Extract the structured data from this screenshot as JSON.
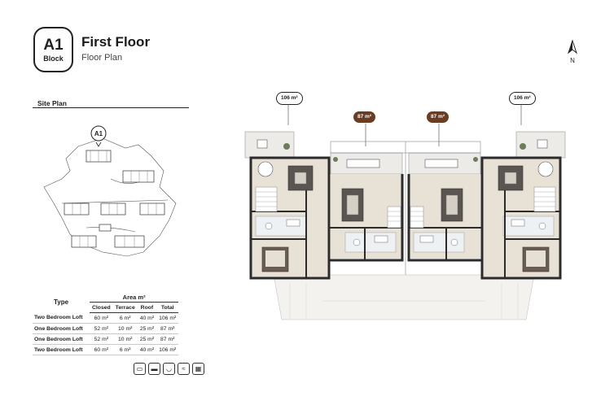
{
  "header": {
    "block_code": "A1",
    "block_label": "Block",
    "title": "First Floor",
    "subtitle": "Floor Plan"
  },
  "compass": {
    "label": "N"
  },
  "site_plan": {
    "title": "Site Plan",
    "marker": "A1"
  },
  "area_table": {
    "type_header": "Type",
    "area_header": "Area m²",
    "columns": [
      "Closed",
      "Terrace",
      "Roof",
      "Total"
    ],
    "rows": [
      {
        "type": "Two Bedroom Loft",
        "closed": "60 m²",
        "terrace": "6 m²",
        "roof": "40 m²",
        "total": "106 m²"
      },
      {
        "type": "One Bedroom Loft",
        "closed": "52 m²",
        "terrace": "10 m²",
        "roof": "25 m²",
        "total": "87 m²"
      },
      {
        "type": "One Bedroom Loft",
        "closed": "52 m²",
        "terrace": "10 m²",
        "roof": "25 m²",
        "total": "87 m²"
      },
      {
        "type": "Two Bedroom Loft",
        "closed": "60 m²",
        "terrace": "6 m²",
        "roof": "40 m²",
        "total": "106 m²"
      }
    ]
  },
  "floor_plan": {
    "badges": [
      "106 m²",
      "87 m²",
      "87 m²",
      "106 m²"
    ],
    "colors": {
      "wall": "#2b2b2b",
      "floor": "#e8e1d6",
      "terrace": "#ecebe8",
      "accent": "#6a3d22"
    }
  },
  "feature_icons": [
    "car-icon",
    "bed-icon",
    "bath-icon",
    "pool-icon",
    "building-icon"
  ]
}
